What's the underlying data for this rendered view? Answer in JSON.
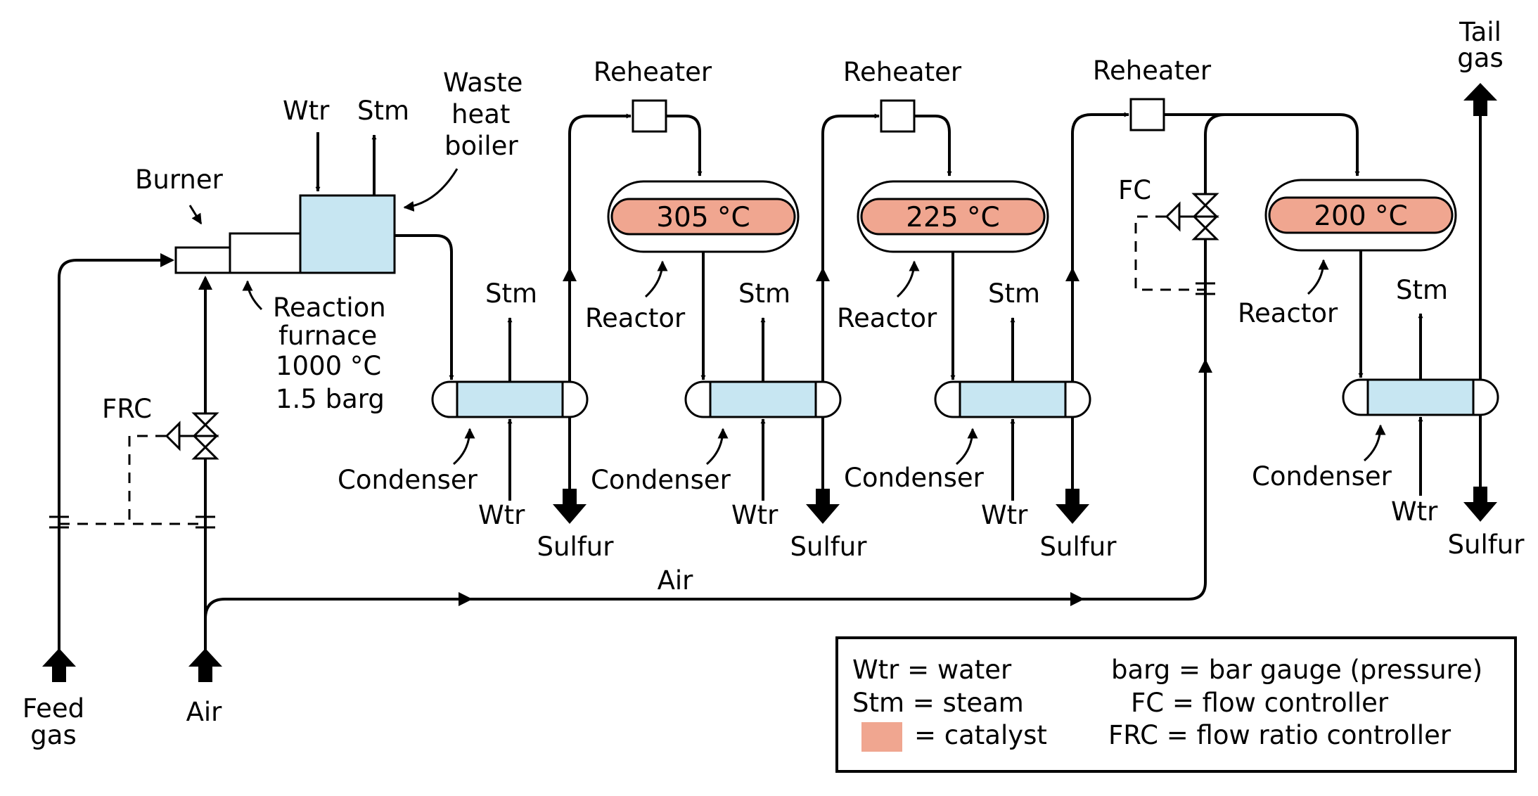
{
  "colors": {
    "catalyst": "#f0a690",
    "condenser": "#c7e6f2",
    "boiler": "#c7e6f2",
    "line": "#000000",
    "background": "#ffffff"
  },
  "labels": {
    "feed_gas": [
      "Feed",
      "gas"
    ],
    "air_inlet": "Air",
    "burner": "Burner",
    "furnace": [
      "Reaction",
      "furnace",
      "1000 °C",
      "1.5 barg"
    ],
    "boiler_water": "Wtr",
    "boiler_steam": "Stm",
    "boiler": [
      "Waste",
      "heat",
      "boiler"
    ],
    "frc": "FRC",
    "fc": "FC",
    "air_line": "Air",
    "tail_gas": [
      "Tail",
      "gas"
    ]
  },
  "reheaters": [
    {
      "label": "Reheater"
    },
    {
      "label": "Reheater"
    },
    {
      "label": "Reheater"
    }
  ],
  "reactors": [
    {
      "temp": "305 °C",
      "label": "Reactor"
    },
    {
      "temp": "225 °C",
      "label": "Reactor"
    },
    {
      "temp": "200 °C",
      "label": "Reactor"
    }
  ],
  "condensers": [
    {
      "label": "Condenser",
      "steam": "Stm",
      "water": "Wtr",
      "sulfur": "Sulfur"
    },
    {
      "label": "Condenser",
      "steam": "Stm",
      "water": "Wtr",
      "sulfur": "Sulfur"
    },
    {
      "label": "Condenser",
      "steam": "Stm",
      "water": "Wtr",
      "sulfur": "Sulfur"
    },
    {
      "label": "Condenser",
      "steam": "Stm",
      "water": "Wtr",
      "sulfur": "Sulfur"
    }
  ],
  "legend": {
    "wtr": "Wtr = water",
    "stm": "Stm = steam",
    "catalyst": "= catalyst",
    "barg": "barg = bar gauge (pressure)",
    "fc": "FC = flow controller",
    "frc": "FRC = flow ratio controller"
  }
}
